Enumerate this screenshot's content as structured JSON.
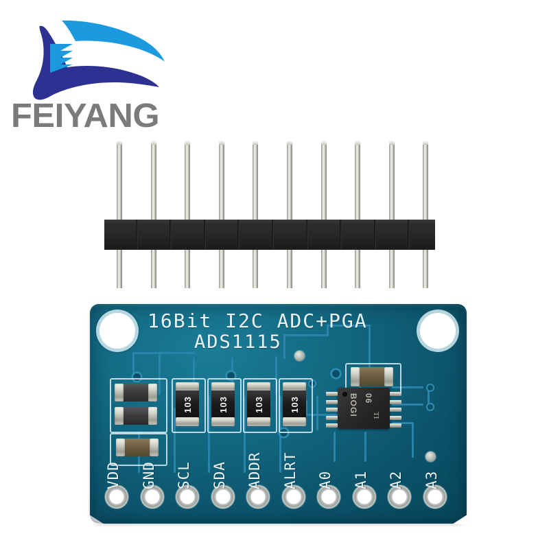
{
  "image": {
    "subject": "ADS1115 16-bit I2C ADC module product photo",
    "background_color": "#ffffff"
  },
  "logo": {
    "name": "feiyang-logo",
    "wordmark": "FEIYANG",
    "wordmark_color": "#7b7b7b",
    "mark_dark_color": "#2d3191",
    "mark_light_color": "#1b9ae0"
  },
  "pin_header": {
    "name": "male-pin-header",
    "pin_count": 10,
    "body_color": "#262626",
    "pin_color": "#cfcfc8"
  },
  "pcb": {
    "name": "ads1115-breakout-board",
    "solder_mask_color": "#0d6079",
    "silkscreen_color": "#e9f4f7",
    "trace_color": "#2a86ad",
    "silkscreen": {
      "line1": "16Bit I2C ADC+PGA",
      "line2": "ADS1115"
    },
    "mounting_holes": [
      {
        "label": "mounting-hole-left"
      },
      {
        "label": "mounting-hole-right"
      }
    ],
    "ic": {
      "name": "ads1115-ic",
      "package": "MSOP-10",
      "pin_count": 10,
      "marking_line1": "BOGI",
      "marking_line2": "06",
      "manufacturer_logo": "TI",
      "body_color": "#262626"
    },
    "components": [
      {
        "name": "black-smd-1",
        "code": "",
        "type": "black"
      },
      {
        "name": "black-smd-2",
        "code": "",
        "type": "black"
      },
      {
        "name": "resistor-1",
        "code": "103",
        "type": "resistor"
      },
      {
        "name": "resistor-2",
        "code": "103",
        "type": "resistor"
      },
      {
        "name": "resistor-3",
        "code": "103",
        "type": "resistor"
      },
      {
        "name": "resistor-4",
        "code": "103",
        "type": "resistor"
      },
      {
        "name": "capacitor-bottom-left",
        "code": "",
        "type": "cap"
      },
      {
        "name": "capacitor-top-right",
        "code": "",
        "type": "cap"
      }
    ],
    "pins": [
      {
        "label": "VDD"
      },
      {
        "label": "GND"
      },
      {
        "label": "SCL"
      },
      {
        "label": "SDA"
      },
      {
        "label": "ADDR"
      },
      {
        "label": "ALRT"
      },
      {
        "label": "A0"
      },
      {
        "label": "A1"
      },
      {
        "label": "A2"
      },
      {
        "label": "A3"
      }
    ]
  }
}
